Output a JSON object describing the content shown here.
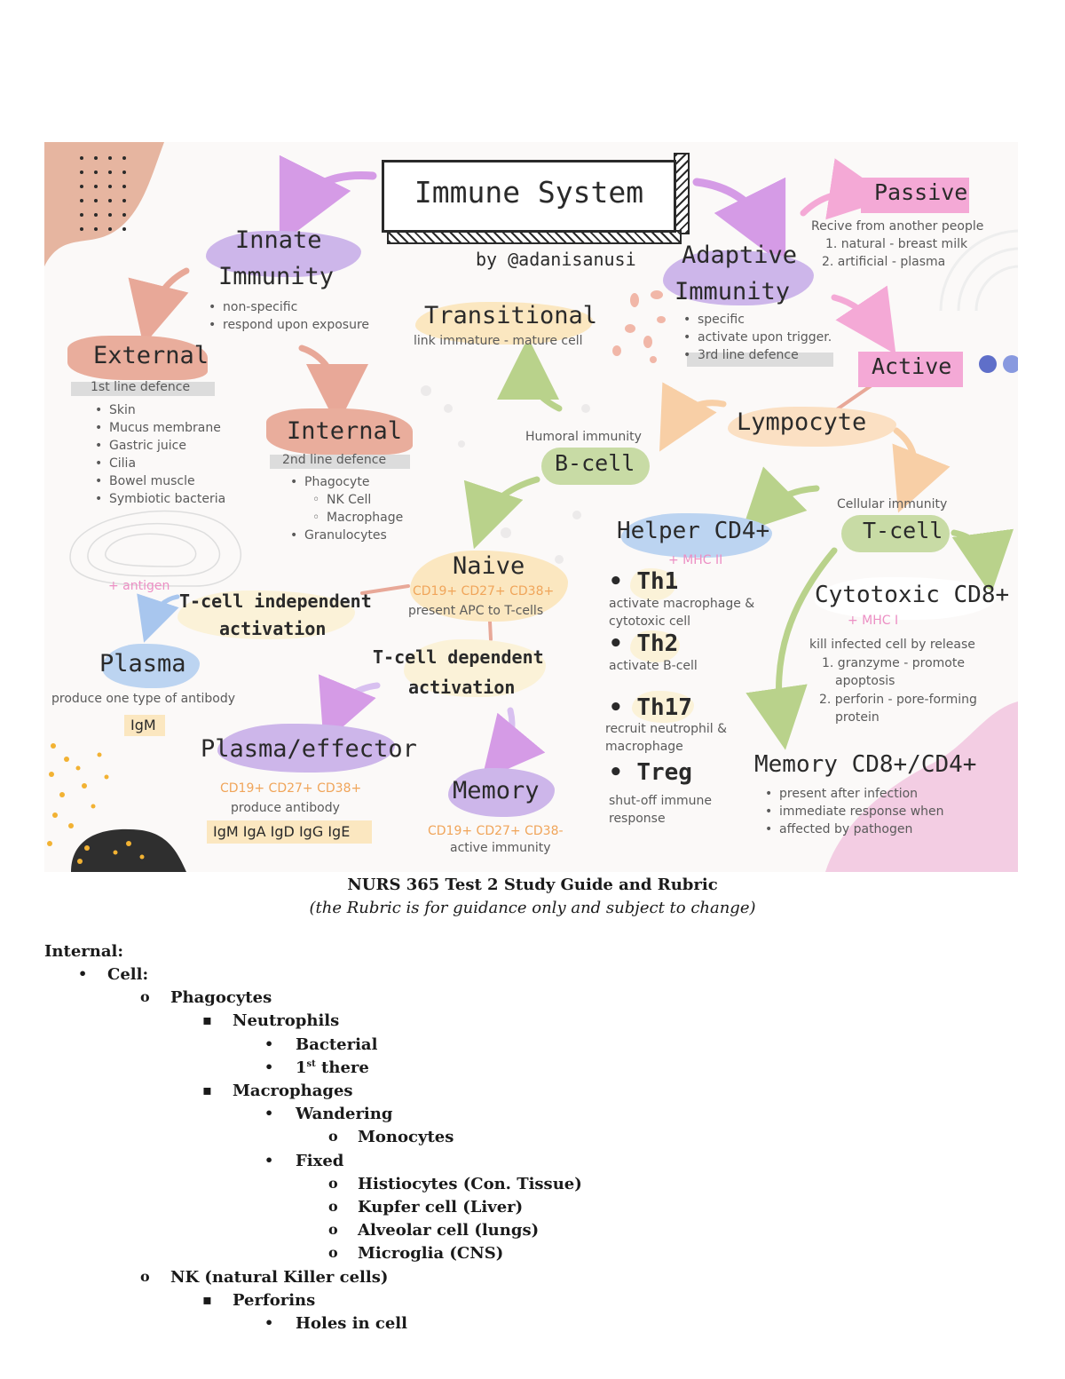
{
  "infographic": {
    "title": "Immune System",
    "author": "by @adanisanusi",
    "innate": {
      "heading_line1": "Innate",
      "heading_line2": "Immunity",
      "points": [
        "non-specific",
        "respond upon exposure"
      ]
    },
    "external": {
      "heading": "External",
      "subheading": "1st line defence",
      "points": [
        "Skin",
        "Mucus membrane",
        "Gastric juice",
        "Cilia",
        "Bowel muscle",
        "Symbiotic bacteria"
      ]
    },
    "internal": {
      "heading": "Internal",
      "subheading": "2nd line defence",
      "phagocyte": "Phagocyte",
      "phagocyte_sub": [
        "NK Cell",
        "Macrophage"
      ],
      "granulocytes": "Granulocytes"
    },
    "transitional": {
      "heading": "Transitional",
      "sub": "link immature - mature cell"
    },
    "adaptive": {
      "heading_line1": "Adaptive",
      "heading_line2": "Immunity",
      "points": [
        "specific",
        "activate upon trigger.",
        "3rd line defence"
      ]
    },
    "passive": {
      "heading": "Passive",
      "desc": "Recive from another people",
      "items": [
        "1. natural - breast milk",
        "2. artificial - plasma"
      ]
    },
    "active": {
      "heading": "Active"
    },
    "lymphocyte": {
      "heading": "Lympocyte"
    },
    "humoral": {
      "label": "Humoral immunity",
      "heading": "B-cell"
    },
    "cellular": {
      "label": "Cellular immunity",
      "heading": "T-cell"
    },
    "naive": {
      "heading": "Naive",
      "markers": "CD19+ CD27+ CD38+",
      "desc": "present APC to T-cells"
    },
    "t_indep": {
      "antigen": "+ antigen",
      "line1": "T-cell independent",
      "line2": "activation"
    },
    "plasma": {
      "heading": "Plasma",
      "desc": "produce one type of antibody",
      "ig": "IgM"
    },
    "t_dep": {
      "line1": "T-cell dependent",
      "line2": "activation"
    },
    "plasma_effector": {
      "heading": "Plasma/effector",
      "markers": "CD19+ CD27+ CD38+",
      "desc": "produce antibody",
      "ig": "IgM IgA IgD IgG IgE"
    },
    "memory_b": {
      "heading": "Memory",
      "markers": "CD19+ CD27+ CD38-",
      "desc": "active immunity"
    },
    "helper": {
      "heading": "Helper CD4+",
      "mhc": "+ MHC II",
      "th1": "Th1",
      "th1_desc": [
        "activate macrophage &",
        "cytotoxic cell"
      ],
      "th2": "Th2",
      "th2_desc": "activate B-cell",
      "th17": "Th17",
      "th17_desc": [
        "recruit neutrophil &",
        "macrophage"
      ],
      "treg": "Treg",
      "treg_desc": [
        "shut-off immune",
        "response"
      ]
    },
    "cytotoxic": {
      "heading": "Cytotoxic CD8+",
      "mhc": "+ MHC I",
      "desc": "kill infected cell by release",
      "items": [
        "1. granzyme - promote",
        "apoptosis",
        "2. perforin - pore-forming",
        "protein"
      ]
    },
    "memory_t": {
      "heading": "Memory CD8+/CD4+",
      "points": [
        "present after infection",
        "immediate response when",
        "affected by pathogen"
      ]
    }
  },
  "document": {
    "title": "NURS 365 Test 2 Study Guide and Rubric",
    "subtitle": "(the Rubric is for guidance only and subject to change)",
    "section": "Internal:",
    "items": [
      {
        "level": 1,
        "marker": "•",
        "text": "Cell:"
      },
      {
        "level": 2,
        "marker": "o",
        "text": "Phagocytes"
      },
      {
        "level": 3,
        "marker": "▪",
        "text": "Neutrophils"
      },
      {
        "level": 4,
        "marker": "•",
        "text": "Bacterial"
      },
      {
        "level": 4,
        "marker": "•",
        "text": "1st there",
        "sup": "st"
      },
      {
        "level": 3,
        "marker": "▪",
        "text": "Macrophages"
      },
      {
        "level": 4,
        "marker": "•",
        "text": "Wandering"
      },
      {
        "level": 5,
        "marker": "o",
        "text": "Monocytes"
      },
      {
        "level": 4,
        "marker": "•",
        "text": "Fixed"
      },
      {
        "level": 5,
        "marker": "o",
        "text": "Histiocytes (Con. Tissue)"
      },
      {
        "level": 5,
        "marker": "o",
        "text": "Kupfer cell (Liver)"
      },
      {
        "level": 5,
        "marker": "o",
        "text": "Alveolar cell (lungs)"
      },
      {
        "level": 5,
        "marker": "o",
        "text": "Microglia (CNS)"
      },
      {
        "level": 2,
        "marker": "o",
        "text": "NK (natural Killer cells)"
      },
      {
        "level": 3,
        "marker": "▪",
        "text": "Perforins"
      },
      {
        "level": 4,
        "marker": "•",
        "text": "Holes in cell"
      }
    ]
  }
}
